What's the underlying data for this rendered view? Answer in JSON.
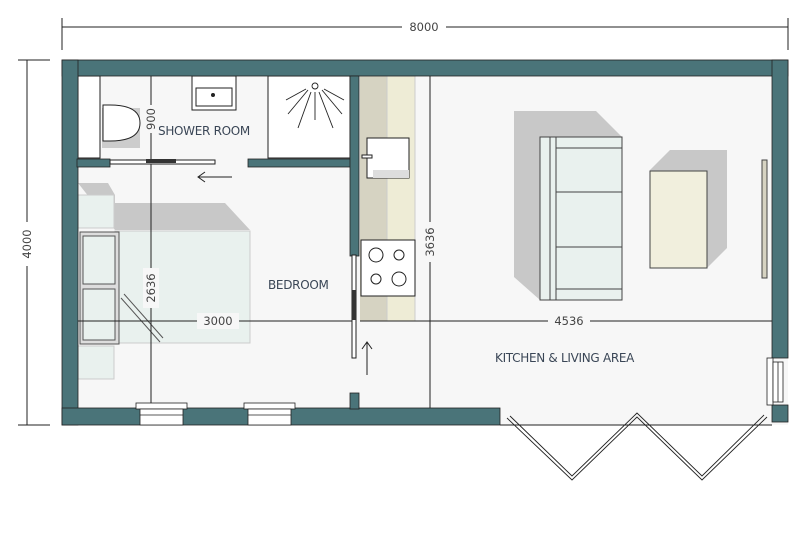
{
  "plan": {
    "rooms": {
      "shower_room": "SHOWER ROOM",
      "bedroom": "BEDROOM",
      "kitchen_living": "KITCHEN & LIVING AREA"
    },
    "dimensions": {
      "overall_width": "8000",
      "overall_depth": "4000",
      "bedroom_width": "3000",
      "living_width": "4536",
      "bedroom_depth": "2636",
      "shower_depth": "900",
      "living_depth": "3636"
    },
    "colors": {
      "wall": "#4a7479",
      "floor": "#f7f7f7",
      "furniture": "#e9f1ee",
      "shadow": "#c8c8c8",
      "counter_dark": "#d6d3c2",
      "counter_light": "#eeecd6",
      "table": "#f1efdd"
    }
  }
}
